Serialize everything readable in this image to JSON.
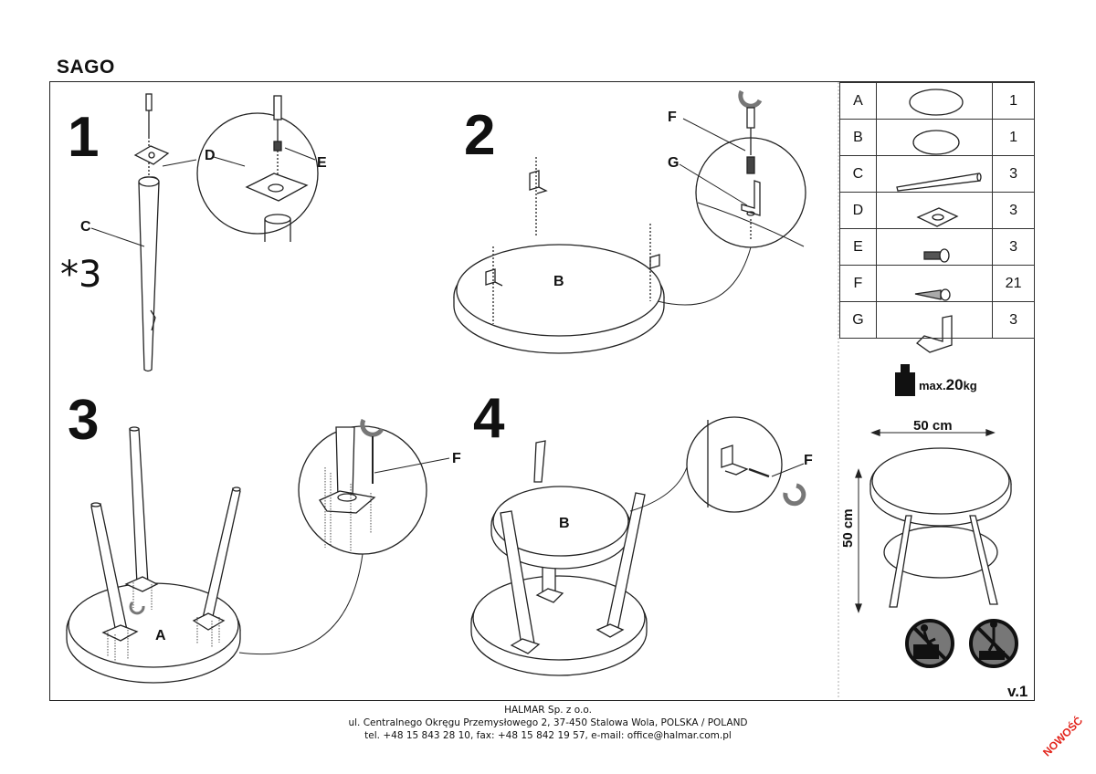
{
  "title": "SAGO",
  "steps": [
    {
      "number": "1",
      "callouts": [
        "C",
        "D",
        "E"
      ],
      "multiplier": "*3"
    },
    {
      "number": "2",
      "callouts": [
        "F",
        "G",
        "B"
      ]
    },
    {
      "number": "3",
      "callouts": [
        "F",
        "A"
      ]
    },
    {
      "number": "4",
      "callouts": [
        "F",
        "B"
      ]
    }
  ],
  "parts": [
    {
      "letter": "A",
      "qty": "1",
      "icon": "round-top-icon"
    },
    {
      "letter": "B",
      "qty": "1",
      "icon": "round-shelf-icon"
    },
    {
      "letter": "C",
      "qty": "3",
      "icon": "leg-icon"
    },
    {
      "letter": "D",
      "qty": "3",
      "icon": "mounting-plate-icon"
    },
    {
      "letter": "E",
      "qty": "3",
      "icon": "bolt-icon"
    },
    {
      "letter": "F",
      "qty": "21",
      "icon": "screw-icon"
    },
    {
      "letter": "G",
      "qty": "3",
      "icon": "angle-bracket-icon"
    }
  ],
  "max_load": {
    "prefix": "max.",
    "value": "20",
    "unit": "kg"
  },
  "dimensions": {
    "width": "50 cm",
    "height": "50 cm"
  },
  "version": "v.1",
  "footer": {
    "company": "HALMAR Sp. z o.o.",
    "address": "ul. Centralnego Okręgu Przemysłowego 2, 37-450 Stalowa Wola, POLSKA / POLAND",
    "contact": "tel. +48 15 843 28 10, fax: +48 15 842 19 57, e-mail: office@halmar.com.pl"
  },
  "badge": "NOWOŚĆ",
  "colors": {
    "line": "#222222",
    "arrow": "#777777",
    "badge": "#e2231a"
  }
}
